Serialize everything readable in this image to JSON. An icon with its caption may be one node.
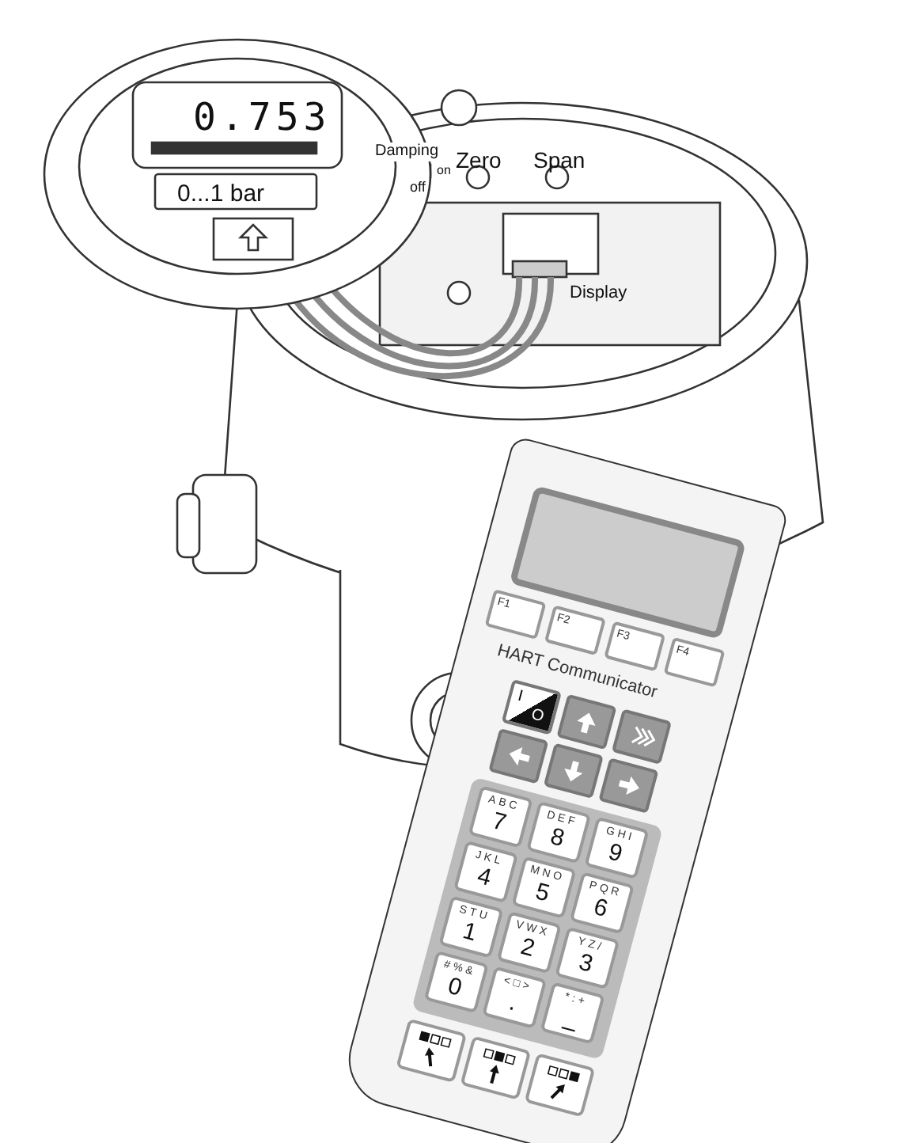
{
  "diagram": {
    "labels": [
      "0.753",
      "0...1 bar",
      "Damping",
      "on",
      "off",
      "Zero",
      "Span",
      "Display",
      "F1",
      "F2",
      "F3",
      "F4",
      "HART Communicator",
      "I",
      "O",
      "ABC",
      "7",
      "DEF",
      "8",
      "GHI",
      "9",
      "JKL",
      "4",
      "MNO",
      "5",
      "PQR",
      "6",
      "STU",
      "1",
      "VWX",
      "2",
      "YZ/",
      "3",
      "#%&",
      "0",
      "<□>",
      ".",
      "*:+",
      "_"
    ]
  }
}
